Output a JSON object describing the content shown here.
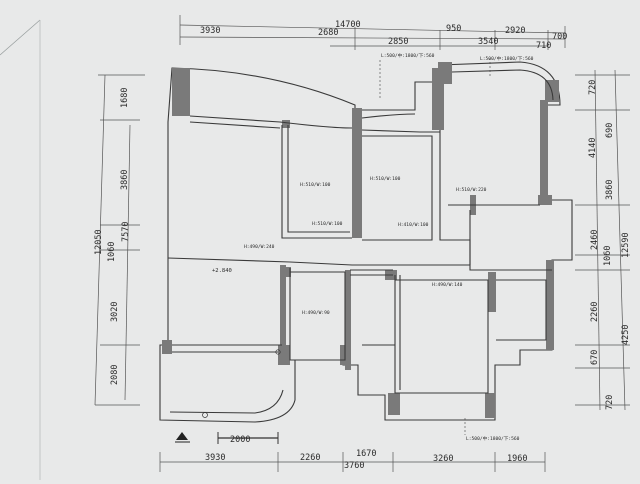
{
  "top_dims_row1": [
    "3930",
    "14700",
    "950",
    "2920"
  ],
  "top_dims_row2": [
    "2680",
    "2850",
    "3540",
    "700"
  ],
  "top_dims_row3": [
    "710"
  ],
  "bottom_dims_row1": [
    "3930",
    "2260",
    "1670",
    "3260",
    "1960"
  ],
  "bottom_dims_row2": [
    "3760"
  ],
  "left_dims_outer": [
    "1680",
    "3860",
    "12050",
    "1060",
    "3020",
    "2080"
  ],
  "left_dims_inner": [
    "7570"
  ],
  "right_dims_inner": [
    "720",
    "4140",
    "3860",
    "2460",
    "1060",
    "2260",
    "670",
    "720"
  ],
  "right_dims_outer": [
    "690",
    "12590",
    "4250"
  ],
  "window_notes": [
    "L:500/中:1800/下:560",
    "L:500/中:1800/下:560",
    "L:500/中:1800/下:560"
  ],
  "window_sizes": [
    "H:510/W:100",
    "H:510/W:100",
    "H:510/W:220",
    "H:510/W:100",
    "H:410/W:100",
    "H:490/W:240",
    "H:490/W:90",
    "H:490/W:140"
  ],
  "level_mark": "+2.840",
  "scale_bar_label": "2000"
}
